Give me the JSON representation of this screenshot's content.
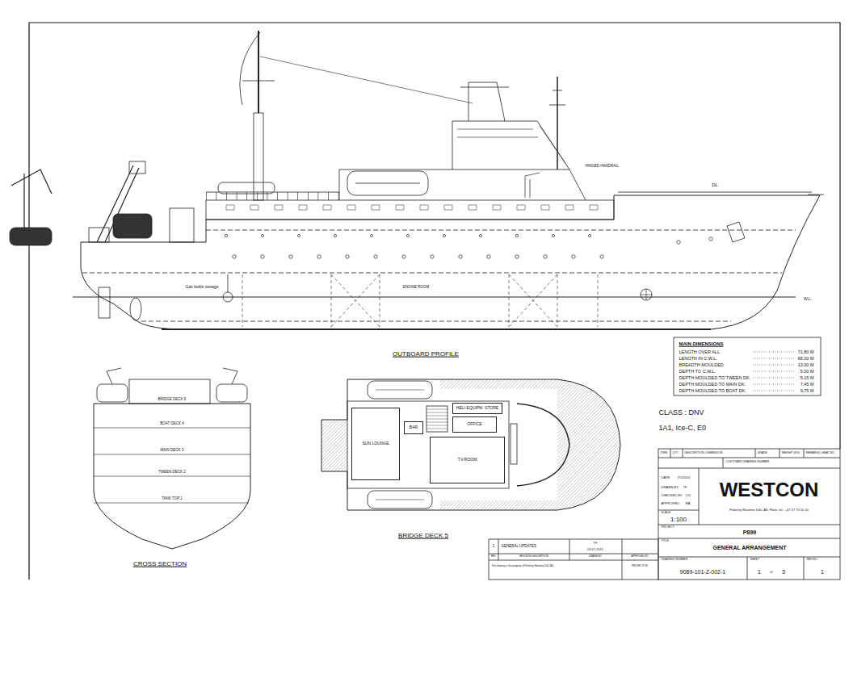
{
  "diagram": {
    "nodes": [
      {
        "text": [
          "SUN LOUNGE"
        ]
      },
      {
        "text": [
          "BAR"
        ]
      },
      {
        "text": [
          "HELI-EQUIPM. STORE"
        ]
      },
      {
        "text": [
          "OFFICE"
        ]
      },
      {
        "text": [
          "T.V.ROOM"
        ]
      }
    ],
    "labels": [
      "OUTBOARD PROFILE",
      "HINGED HANDRAIL",
      "DL",
      "W.L.",
      "Gas bottle storage",
      "ENGINE ROOM",
      "MAIN DIMENSIONS",
      "LENGTH OVER ALL",
      "71.80 M",
      "LENGTH IN C.W.L.",
      "66.00 M",
      "BREADTH MOULDED",
      "13.00 M",
      "DEPTH TO C.W.L.",
      "5.00 M",
      "DEPTH MOULDED TO TWEEN DK.",
      "5.15 M",
      "DEPTH MOULDED TO MAIN DK.",
      "7.45 M",
      "DEPTH MOULDED TO BOAT DK.",
      "9.75 M",
      "CLASS : DNV",
      "1A1, Ice-C, E0",
      "CROSS SECTION",
      "BRIDGE DECK 5",
      "BOAT DECK 4",
      "MAIN DECK 3",
      "TWEEN DECK 2",
      "TANK TOP 1",
      "BRIDGE DECK 5",
      "ITEM",
      "QTY",
      "DESCRIPTION / DIMENSION",
      "GRADE",
      "WEIGHT (KG)",
      "REMARKS / HEAT NO.",
      "CUSTOMER DRAWING NUMBER",
      "DATE:",
      "7/1/2014",
      "DRAWN BY:",
      "TF",
      "CHECKED BY:",
      "CG",
      "APPROVED:",
      "MA",
      "SCALE",
      "1:100",
      "WESTCON",
      "Fiskerny Maritime D&C AS, Florø, tel.: +47 57 74 50 10",
      "PROJECT",
      "P899",
      "TITLE",
      "GENERAL ARRANGEMENT",
      "DRAWING NUMBER",
      "9089-101-Z-002-1",
      "SHEET",
      "1",
      "of",
      "3",
      "REV.NO.",
      "1",
      "1",
      "GENERAL UPDATES",
      "TF",
      "03.07.2015",
      "REV.",
      "REVISION DESCRIPTION",
      "DRAWN BY",
      "APPROVED BY",
      "This drawing is the property of Fiskerny Maritime D&C AS.",
      "PROJECTION"
    ]
  }
}
